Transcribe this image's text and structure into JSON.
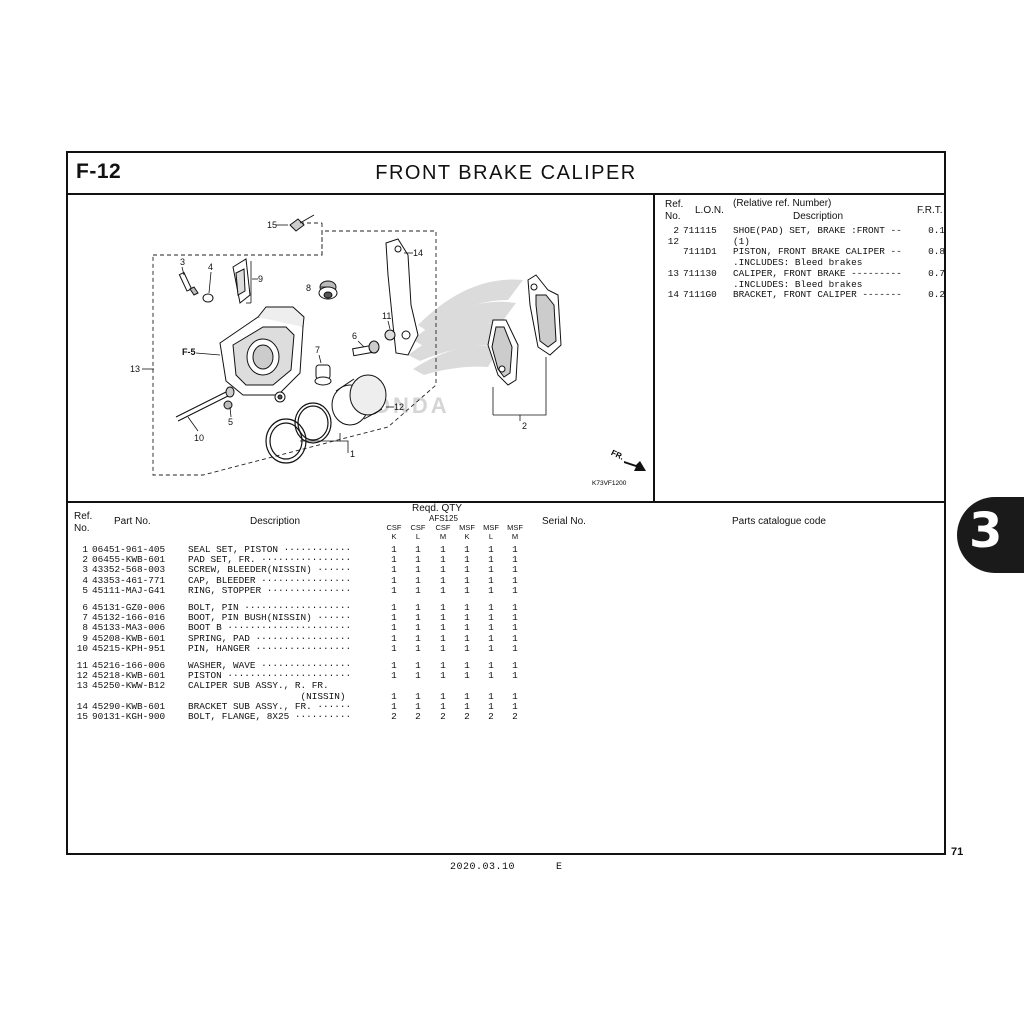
{
  "header": {
    "section_code": "F-12",
    "title": "FRONT  BRAKE  CALIPER"
  },
  "illustration": {
    "callouts": [
      "1",
      "2",
      "3",
      "4",
      "5",
      "6",
      "7",
      "8",
      "9",
      "10",
      "11",
      "12",
      "13",
      "14",
      "15"
    ],
    "ref_label": "F-5",
    "direction_label": "FR.",
    "figure_code": "K73VF1200",
    "watermark": "HONDA"
  },
  "ref_table": {
    "headers": {
      "ref": "Ref.",
      "no": "No.",
      "lon": "L.O.N.",
      "rel": "(Relative ref. Number)",
      "desc": "Description",
      "frt": "F.R.T."
    },
    "rows": [
      {
        "ref": "2",
        "lon": "711115",
        "desc": "SHOE(PAD) SET, BRAKE :FRONT --",
        "frt": "0.1"
      },
      {
        "ref": "12",
        "lon": "",
        "desc": "(1)",
        "frt": ""
      },
      {
        "ref": "",
        "lon": "7111D1",
        "desc": "PISTON, FRONT BRAKE CALIPER --",
        "frt": "0.8"
      },
      {
        "ref": "",
        "lon": "",
        "desc": ".INCLUDES: Bleed brakes",
        "frt": ""
      },
      {
        "ref": "13",
        "lon": "711130",
        "desc": "CALIPER, FRONT BRAKE ---------",
        "frt": "0.7"
      },
      {
        "ref": "",
        "lon": "",
        "desc": ".INCLUDES: Bleed brakes",
        "frt": ""
      },
      {
        "ref": "14",
        "lon": "7111G0",
        "desc": "BRACKET, FRONT CALIPER -------",
        "frt": "0.2"
      }
    ]
  },
  "parts_table": {
    "headers": {
      "ref": "Ref.",
      "no": "No.",
      "part_no": "Part No.",
      "description": "Description",
      "reqd_qty": "Reqd. QTY",
      "model": "AFS125",
      "variants": [
        {
          "type": "CSF",
          "color": "K"
        },
        {
          "type": "CSF",
          "color": "L"
        },
        {
          "type": "CSF",
          "color": "M"
        },
        {
          "type": "MSF",
          "color": "K"
        },
        {
          "type": "MSF",
          "color": "L"
        },
        {
          "type": "MSF",
          "color": "M"
        }
      ],
      "serial_no": "Serial No.",
      "catalogue_code": "Parts catalogue code"
    },
    "rows": [
      {
        "ref": "1",
        "part_no": "06451-961-405",
        "desc": "SEAL SET, PISTON ············",
        "qty": [
          "1",
          "1",
          "1",
          "1",
          "1",
          "1"
        ]
      },
      {
        "ref": "2",
        "part_no": "06455-KWB-601",
        "desc": "PAD SET, FR. ················",
        "qty": [
          "1",
          "1",
          "1",
          "1",
          "1",
          "1"
        ]
      },
      {
        "ref": "3",
        "part_no": "43352-568-003",
        "desc": "SCREW, BLEEDER(NISSIN) ······",
        "qty": [
          "1",
          "1",
          "1",
          "1",
          "1",
          "1"
        ]
      },
      {
        "ref": "4",
        "part_no": "43353-461-771",
        "desc": "CAP, BLEEDER ················",
        "qty": [
          "1",
          "1",
          "1",
          "1",
          "1",
          "1"
        ]
      },
      {
        "ref": "5",
        "part_no": "45111-MAJ-G41",
        "desc": "RING, STOPPER ···············",
        "qty": [
          "1",
          "1",
          "1",
          "1",
          "1",
          "1"
        ]
      },
      {
        "ref": "6",
        "part_no": "45131-GZ0-006",
        "desc": "BOLT, PIN ···················",
        "qty": [
          "1",
          "1",
          "1",
          "1",
          "1",
          "1"
        ]
      },
      {
        "ref": "7",
        "part_no": "45132-166-016",
        "desc": "BOOT, PIN BUSH(NISSIN) ······",
        "qty": [
          "1",
          "1",
          "1",
          "1",
          "1",
          "1"
        ]
      },
      {
        "ref": "8",
        "part_no": "45133-MA3-006",
        "desc": "BOOT B ······················",
        "qty": [
          "1",
          "1",
          "1",
          "1",
          "1",
          "1"
        ]
      },
      {
        "ref": "9",
        "part_no": "45208-KWB-601",
        "desc": "SPRING, PAD ·················",
        "qty": [
          "1",
          "1",
          "1",
          "1",
          "1",
          "1"
        ]
      },
      {
        "ref": "10",
        "part_no": "45215-KPH-951",
        "desc": "PIN, HANGER ·················",
        "qty": [
          "1",
          "1",
          "1",
          "1",
          "1",
          "1"
        ]
      },
      {
        "ref": "11",
        "part_no": "45216-166-006",
        "desc": "WASHER, WAVE ················",
        "qty": [
          "1",
          "1",
          "1",
          "1",
          "1",
          "1"
        ]
      },
      {
        "ref": "12",
        "part_no": "45218-KWB-601",
        "desc": "PISTON ······················",
        "qty": [
          "1",
          "1",
          "1",
          "1",
          "1",
          "1"
        ]
      },
      {
        "ref": "13",
        "part_no": "45250-KWW-B12",
        "desc": "CALIPER SUB ASSY., R. FR.",
        "qty": [
          "",
          "",
          "",
          "",
          "",
          ""
        ]
      },
      {
        "ref": "",
        "part_no": "",
        "desc": "                    (NISSIN)",
        "qty": [
          "1",
          "1",
          "1",
          "1",
          "1",
          "1"
        ]
      },
      {
        "ref": "14",
        "part_no": "45290-KWB-601",
        "desc": "BRACKET SUB ASSY., FR. ······",
        "qty": [
          "1",
          "1",
          "1",
          "1",
          "1",
          "1"
        ]
      },
      {
        "ref": "15",
        "part_no": "90131-KGH-900",
        "desc": "BOLT, FLANGE, 8X25 ··········",
        "qty": [
          "2",
          "2",
          "2",
          "2",
          "2",
          "2"
        ]
      }
    ]
  },
  "side_tab": {
    "label": "3"
  },
  "page_number": "71",
  "footer": {
    "date": "2020.03.10",
    "edition": "E"
  }
}
